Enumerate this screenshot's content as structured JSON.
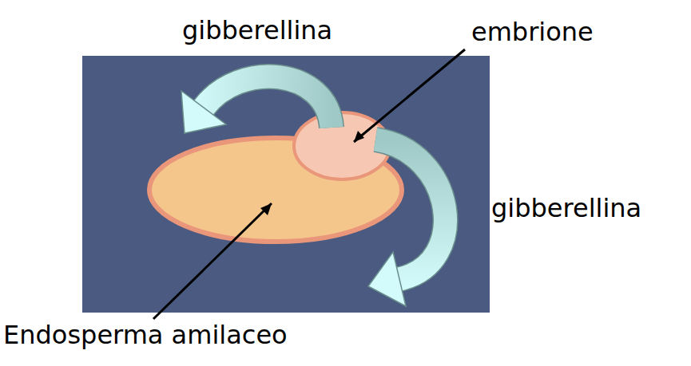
{
  "diagram": {
    "labels": [
      "gibberellina",
      "embrione",
      "gibberellina",
      "Endosperma amilaceo"
    ]
  }
}
